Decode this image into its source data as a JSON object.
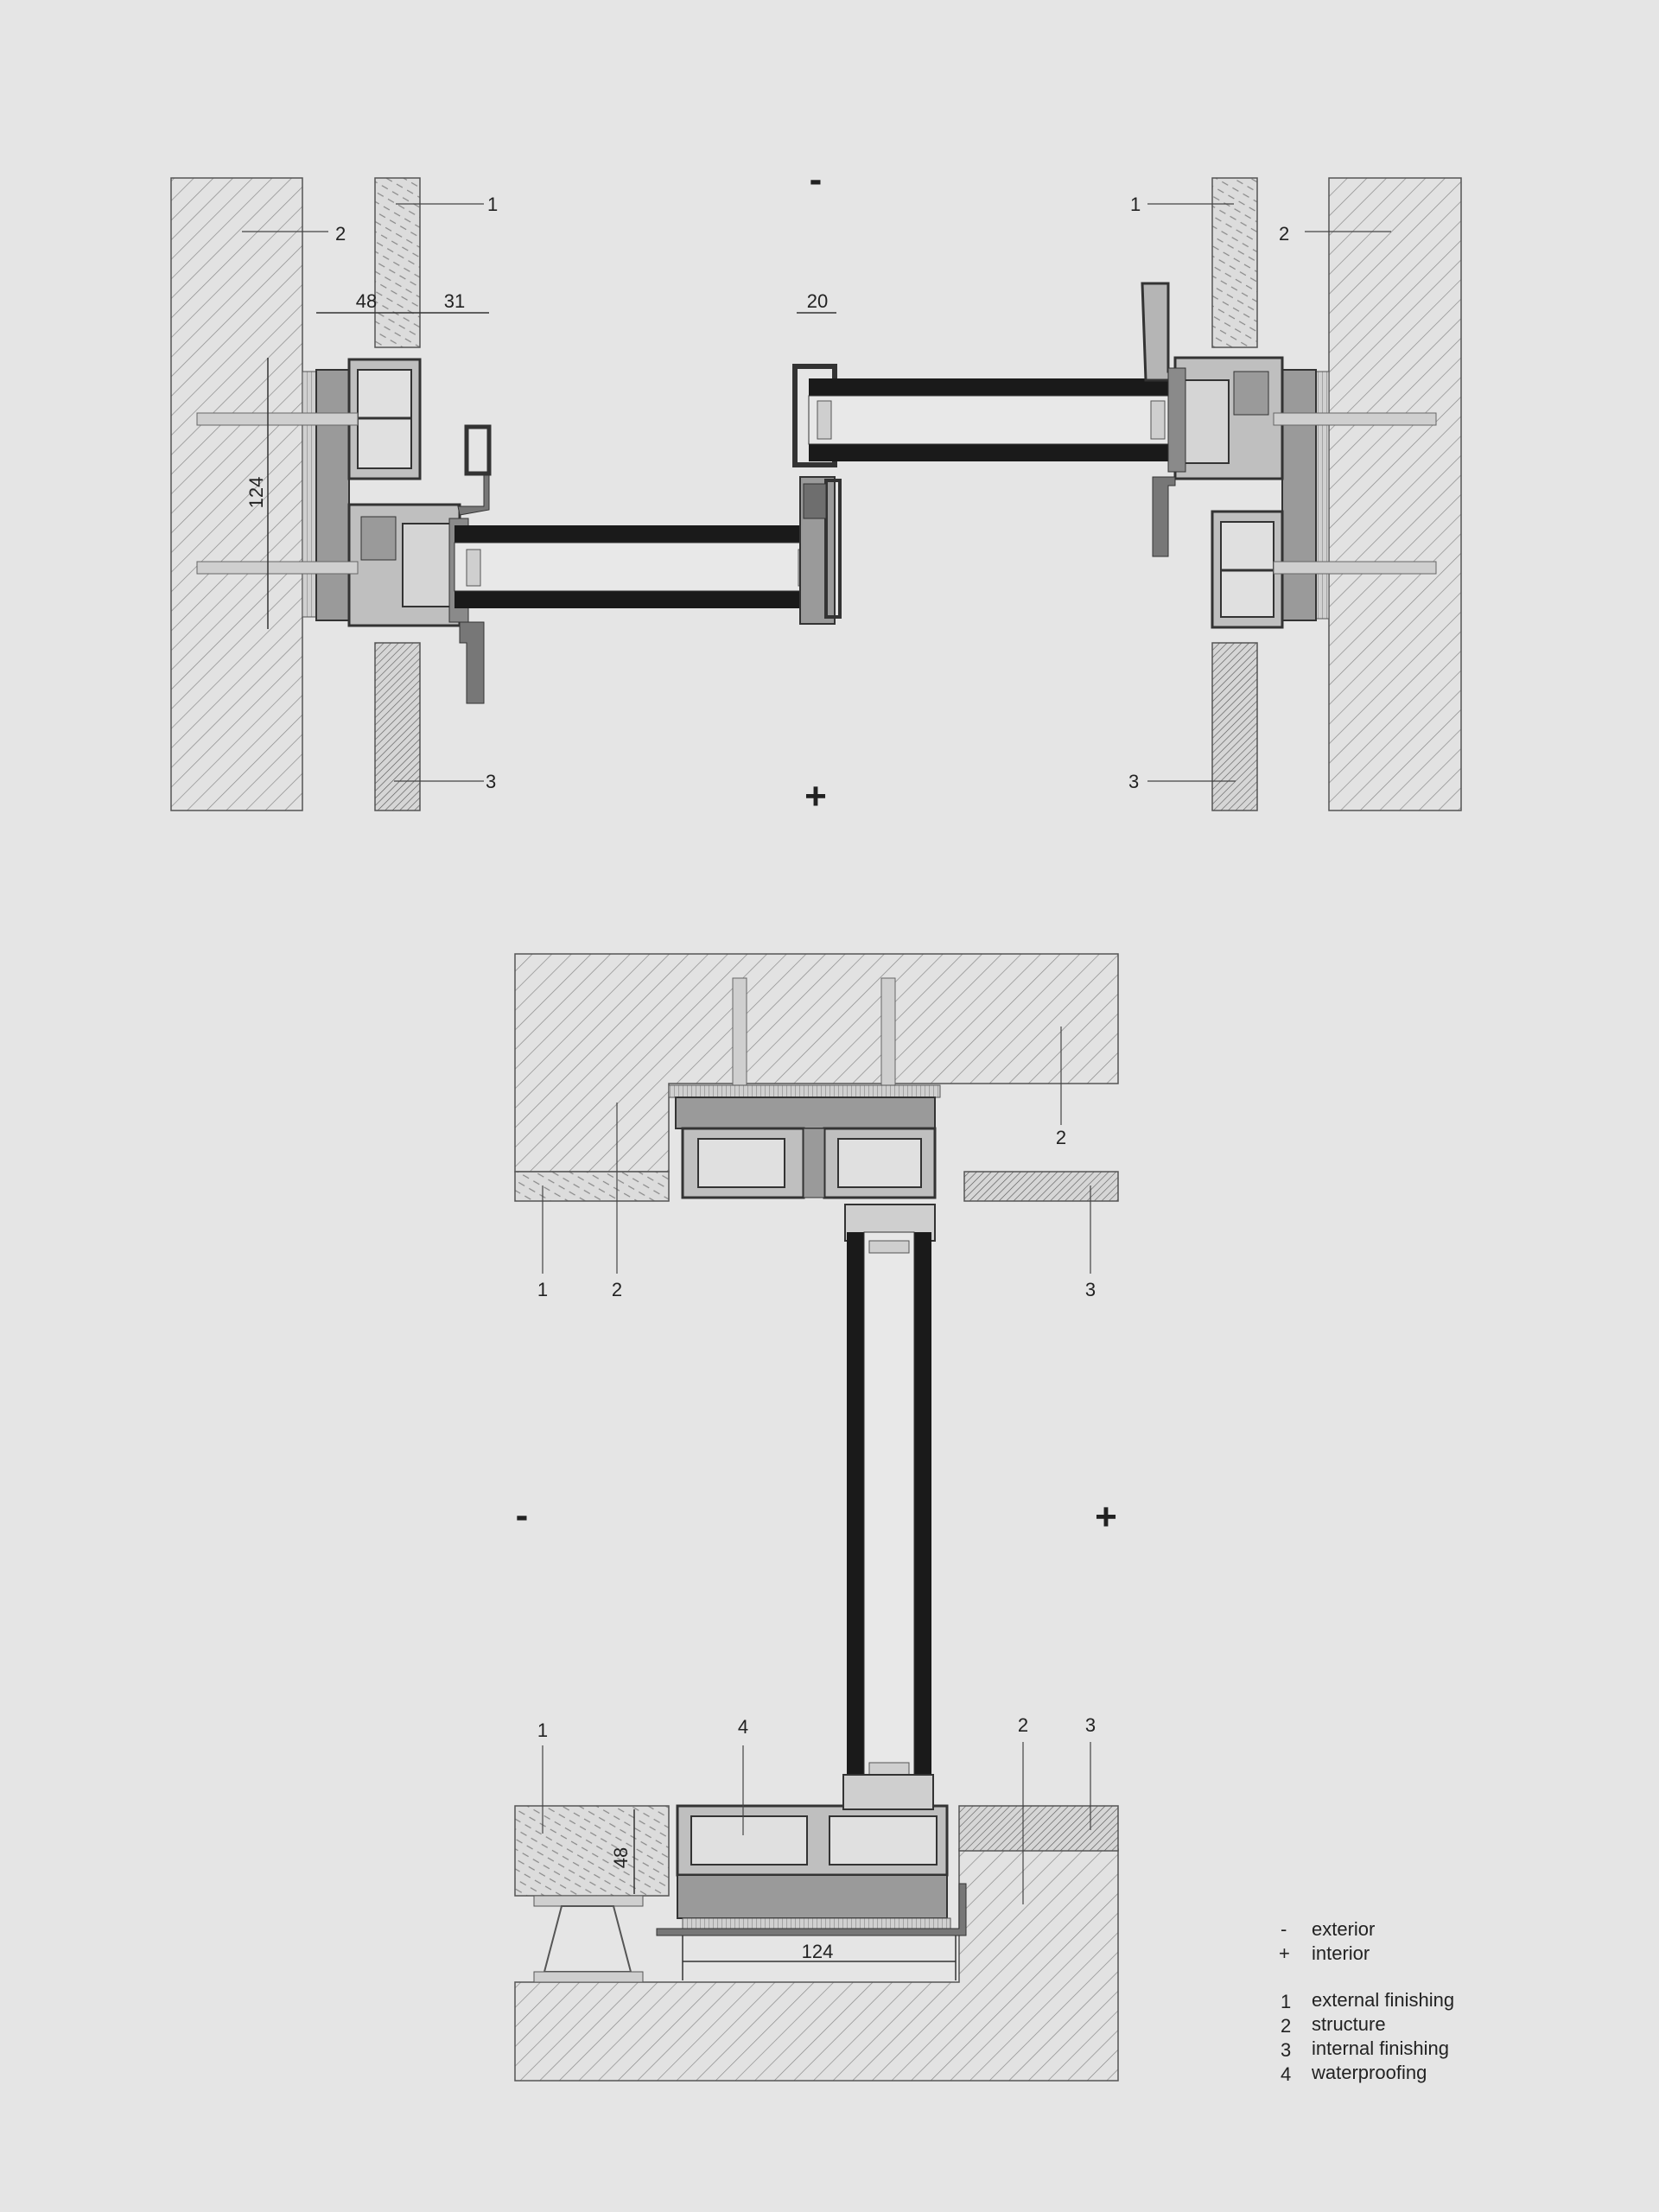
{
  "top_section": {
    "exterior_sign": "-",
    "interior_sign": "+",
    "labels": {
      "left_1": "1",
      "left_2": "2",
      "left_3": "3",
      "right_1": "1",
      "right_2": "2",
      "right_3": "3"
    },
    "dimensions": {
      "d48": "48",
      "d31": "31",
      "d20": "20",
      "d124": "124"
    }
  },
  "bottom_section": {
    "exterior_sign": "-",
    "interior_sign": "+",
    "labels": {
      "head_1": "1",
      "head_2a": "2",
      "head_2b": "2",
      "head_3": "3",
      "sill_1": "1",
      "sill_4": "4",
      "sill_2": "2",
      "sill_3": "3"
    },
    "dimensions": {
      "d48": "48",
      "d124": "124"
    }
  },
  "legend": {
    "items": [
      {
        "key": "-",
        "text": "exterior"
      },
      {
        "key": "+",
        "text": "interior"
      },
      {
        "key": "1",
        "text": "external finishing"
      },
      {
        "key": "2",
        "text": "structure"
      },
      {
        "key": "3",
        "text": "internal finishing"
      },
      {
        "key": "4",
        "text": "waterproofing"
      }
    ]
  },
  "colors": {
    "background": "#e5e5e5",
    "hatch": "#8a8a8a",
    "profile": "#6e6e6e",
    "glass_dark": "#1a1a1a",
    "line": "#333333"
  }
}
